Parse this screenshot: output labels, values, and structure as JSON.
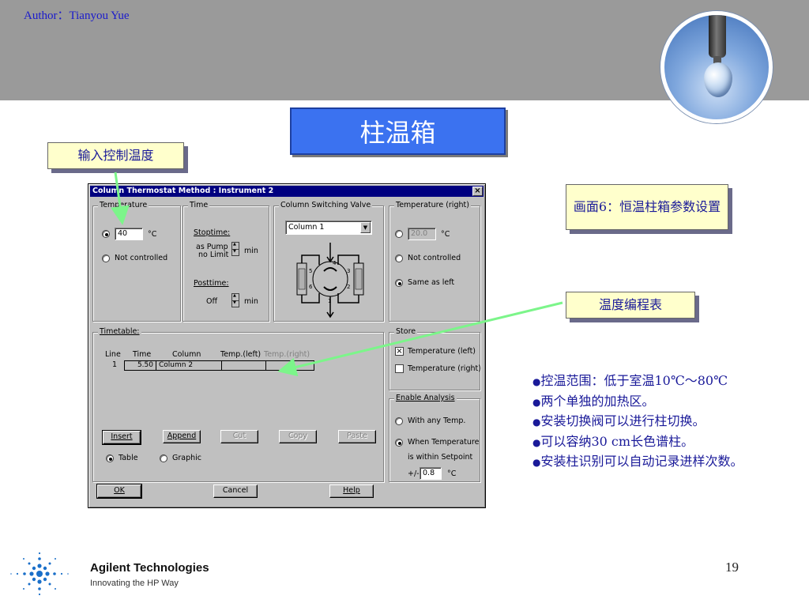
{
  "slide": {
    "author": "Author：Tianyou Yue",
    "title": "柱温箱",
    "page_number": "19",
    "brand": "Agilent Technologies",
    "tagline": "Innovating the HP Way"
  },
  "callouts": {
    "input_temp": "输入控制温度",
    "screen6": "画面6：恒温柱箱参数设置",
    "temp_program": "温度编程表"
  },
  "bullets": [
    "控温范围：低于室温10℃～80℃",
    "两个单独的加热区。",
    "安装切换阀可以进行柱切换。",
    "可以容纳30 cm长色谱柱。",
    "安装柱识别可以自动记录进样次数。"
  ],
  "dialog": {
    "title": "Column Thermostat Method : Instrument 2",
    "close": "×",
    "temperature": {
      "label": "Temperature",
      "value": "40",
      "unit": "°C",
      "not_controlled": "Not controlled"
    },
    "time": {
      "label": "Time",
      "stoptime": "Stoptime:",
      "stoptime_value_1": "as Pump",
      "stoptime_value_2": "no Limit",
      "min": "min",
      "posttime": "Posttime:",
      "posttime_value": "Off"
    },
    "valve": {
      "label": "Column Switching Valve",
      "selected": "Column 1",
      "ports": [
        "1",
        "2",
        "3",
        "4",
        "5",
        "6"
      ]
    },
    "temperature_right": {
      "label": "Temperature (right)",
      "value": "20.0",
      "unit": "°C",
      "not_controlled": "Not controlled",
      "same_as_left": "Same as left"
    },
    "timetable": {
      "label": "Timetable:",
      "columns": [
        "Line",
        "Time",
        "Column",
        "Temp.(left)",
        "Temp.(right)"
      ],
      "rows": [
        {
          "line": "1",
          "time": "5.50",
          "column": "Column 2",
          "temp_left": "",
          "temp_right": ""
        }
      ],
      "buttons": {
        "insert": "Insert",
        "append": "Append",
        "cut": "Cut",
        "copy": "Copy",
        "paste": "Paste"
      },
      "view_table": "Table",
      "view_graphic": "Graphic"
    },
    "store": {
      "label": "Store",
      "temp_left": "Temperature (left)",
      "temp_right": "Temperature (right)",
      "check_mark": "×"
    },
    "enable_analysis": {
      "label": "Enable Analysis",
      "any_temp": "With any Temp.",
      "within_1": "When Temperature",
      "within_2": "is within Setpoint",
      "plusminus": "+/-",
      "tolerance": "0.8",
      "unit": "°C"
    },
    "footer_buttons": {
      "ok": "OK",
      "cancel": "Cancel",
      "help": "Help"
    }
  },
  "colors": {
    "title_bg": "#3b72f0",
    "callout_bg": "#ffffcc",
    "arrow": "#7cf58a",
    "text_blue": "#1a1a99"
  }
}
